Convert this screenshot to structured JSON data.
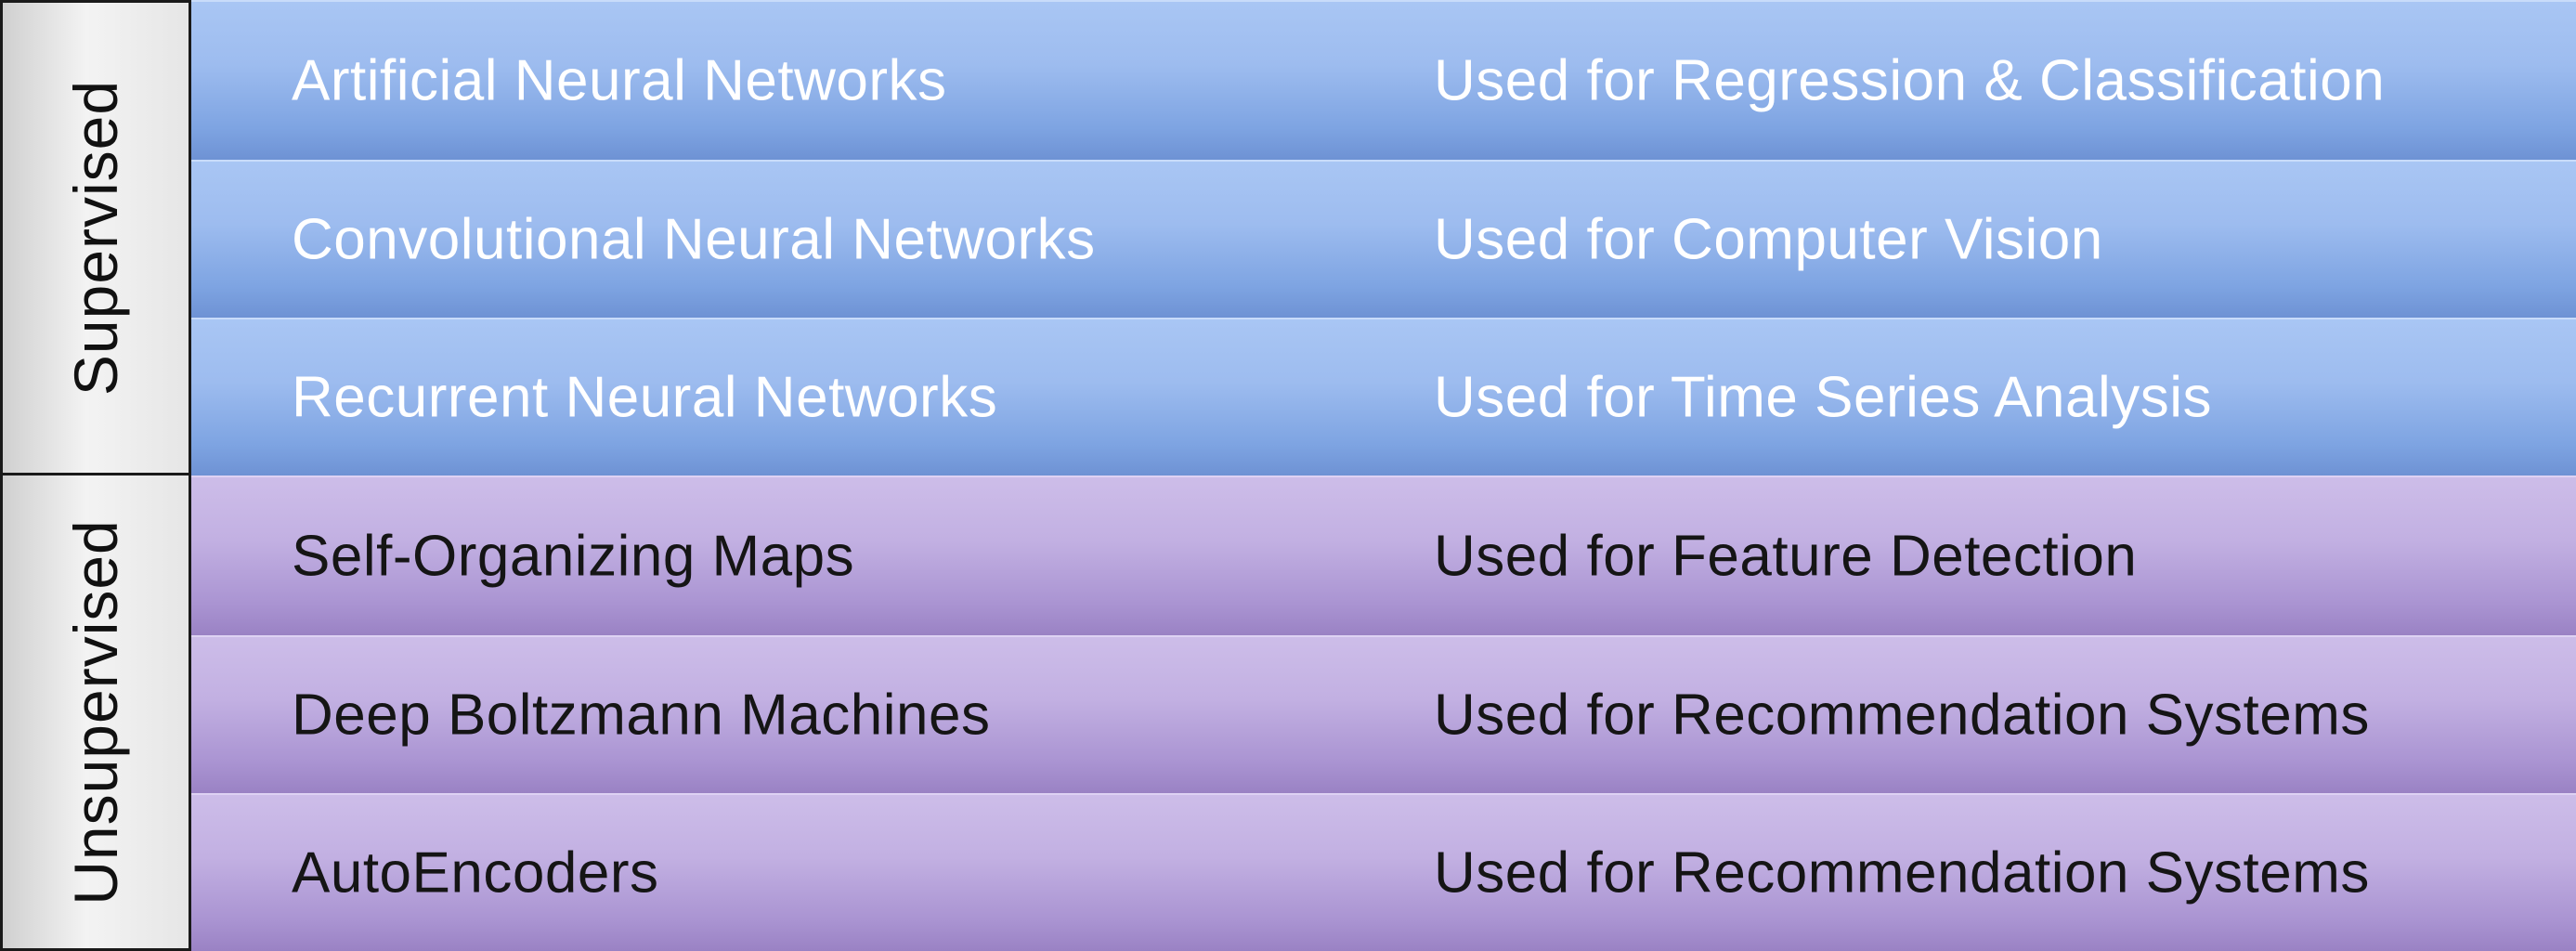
{
  "groups": [
    {
      "label": "Supervised",
      "rows": [
        {
          "name": "Artificial Neural Networks",
          "use": "Used for Regression & Classification"
        },
        {
          "name": "Convolutional Neural Networks",
          "use": "Used for Computer Vision"
        },
        {
          "name": "Recurrent Neural Networks",
          "use": "Used for Time Series Analysis"
        }
      ]
    },
    {
      "label": "Unsupervised",
      "rows": [
        {
          "name": "Self-Organizing Maps",
          "use": "Used for Feature Detection"
        },
        {
          "name": "Deep Boltzmann Machines",
          "use": "Used for Recommendation Systems"
        },
        {
          "name": "AutoEncoders",
          "use": "Used for Recommendation Systems"
        }
      ]
    }
  ],
  "colors": {
    "supervised_band": "#9dbcef",
    "unsupervised_band": "#c2b0e2",
    "label_box": "#e6e6e6"
  }
}
